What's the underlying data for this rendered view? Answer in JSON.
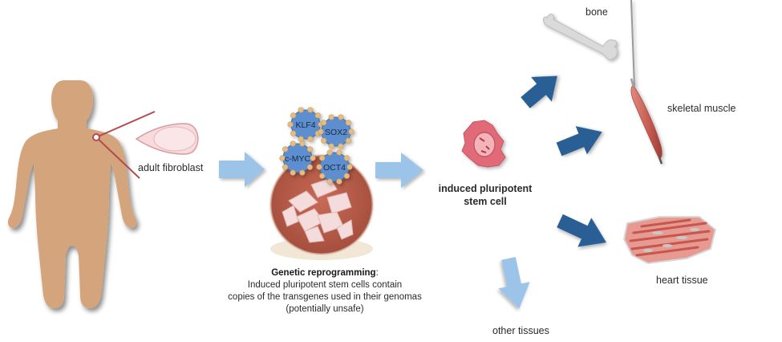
{
  "colors": {
    "skin": "#d4a47c",
    "skin_shadow": "#6b5a4e",
    "incision_line": "#b24a4f",
    "fibroblast_fill": "#f7dadc",
    "fibroblast_stroke": "#d69a9f",
    "light_arrow": "#9cc3e8",
    "dark_arrow": "#2a5f96",
    "tf_fill": "#5b8ed0",
    "tf_bead": "#e3bd86",
    "dish": "#b75a47",
    "ipsc_fill": "#e06b78",
    "bone": "#d9d9d9",
    "muscle": "#c9645a"
  },
  "source": {
    "figure_label": "human-body",
    "cell_label": "adult fibroblast"
  },
  "reprogramming": {
    "factors": [
      "KLF4",
      "SOX2",
      "c-MYC",
      "OCT4"
    ],
    "title": "Genetic reprogramming",
    "title_suffix": ":",
    "lines": [
      "Induced pluripotent stem cells contain",
      "copies of the transgenes used in their genomas",
      "(potentially unsafe)"
    ]
  },
  "ipsc": {
    "label_line1": "induced pluripotent",
    "label_line2": "stem cell"
  },
  "targets": {
    "bone": "bone",
    "skeletal_muscle": "skeletal muscle",
    "heart_tissue": "heart tissue",
    "other_tissues": "other tissues"
  }
}
